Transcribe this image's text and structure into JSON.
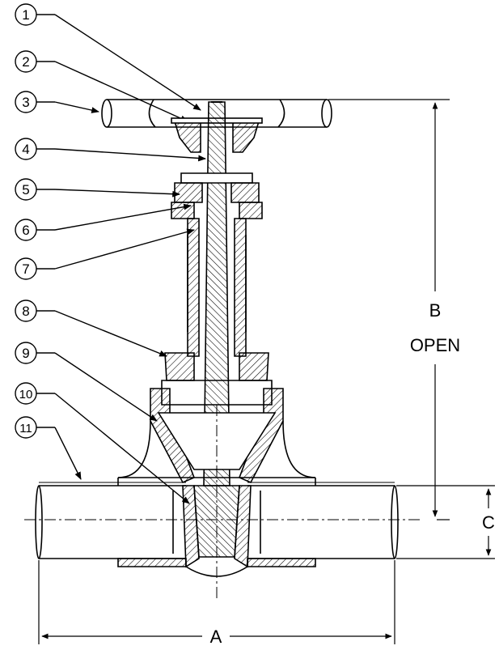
{
  "callouts": [
    "1",
    "2",
    "3",
    "4",
    "5",
    "6",
    "7",
    "8",
    "9",
    "10",
    "11"
  ],
  "dimensions": {
    "a_label": "A",
    "b_label": "B",
    "b_sub": "OPEN",
    "c_label": "C"
  },
  "colors": {
    "line": "#000000",
    "background": "#ffffff"
  }
}
